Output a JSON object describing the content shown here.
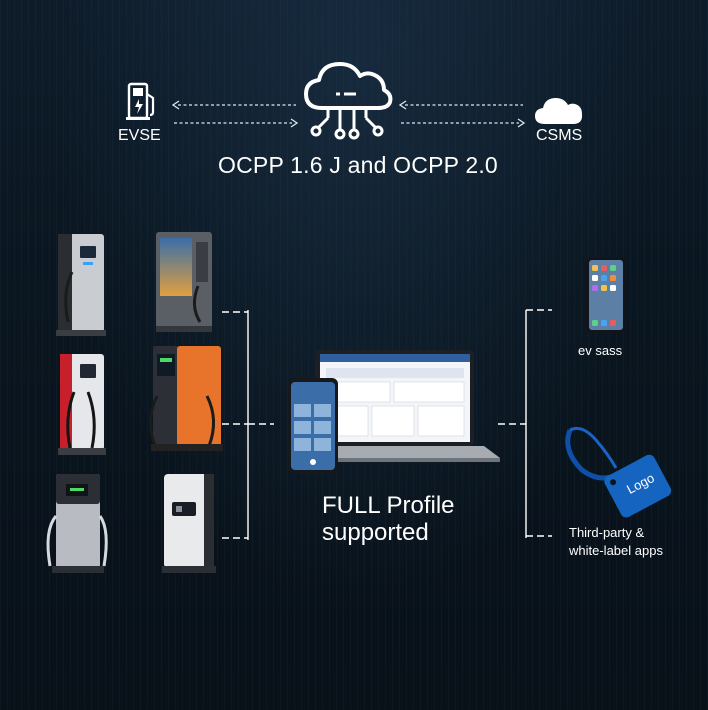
{
  "top": {
    "evse_label": "EVSE",
    "csms_label": "CSMS",
    "protocol_title": "OCPP 1.6 J and OCPP 2.0"
  },
  "center": {
    "title_line1": "FULL Profile",
    "title_line2": "supported"
  },
  "right": {
    "ev_sass_label": "ev sass",
    "third_party_line1": "Third-party &",
    "third_party_line2": "white-label apps",
    "tag_logo_text": "Logo"
  },
  "icons": [
    "fuel-pump-icon",
    "cloud-network-icon",
    "cloud-icon"
  ],
  "colors": {
    "background": "#0b1520",
    "text": "#ffffff",
    "charger_orange": "#e8732a",
    "charger_red": "#c8202a",
    "tag_blue": "#1565c0"
  }
}
